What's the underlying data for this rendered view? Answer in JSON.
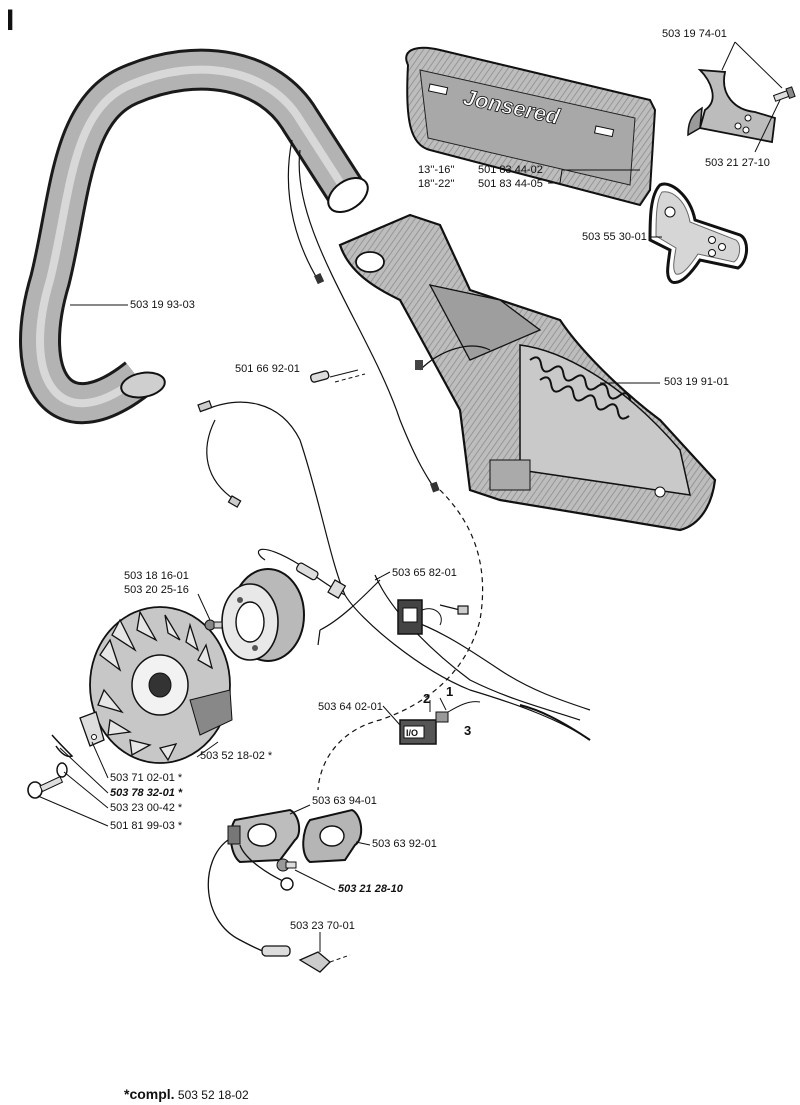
{
  "section_letter": "I",
  "brand_text": "Jonsered",
  "switch_text": "I/O",
  "labels": {
    "front_handle_a": "503 19 74-01",
    "front_handle_b": "503 21 27-10",
    "bar_cover_sizes": [
      "13''-16''",
      "18''-22''"
    ],
    "bar_cover_parts": [
      "501 83 44-02",
      "501 83 44-05"
    ],
    "gasket_plate": "503 55 30-01",
    "handle_bar": "503 19 93-03",
    "pin": "501 66 92-01",
    "handle_housing": "503 19 91-01",
    "magnet_a": "503 18 16-01",
    "magnet_b": "503 20 25-16",
    "cable": "503 65 82-01",
    "switch": "503 64 02-01",
    "terminal_1": "1",
    "terminal_2": "2",
    "terminal_3": "3",
    "flywheel": "503 52 18-02 *",
    "key": "503 71 02-01 *",
    "spring": "503 78 32-01 *",
    "washer": "503 23 00-42 *",
    "screw": "501 81 99-03 *",
    "coil": "503 63 94-01",
    "coil_gasket": "503 63 92-01",
    "coil_screw": "503 21 28-10",
    "connector": "503 23 70-01"
  },
  "footnote": {
    "prefix": "*compl.",
    "part": "503 52 18-02"
  }
}
